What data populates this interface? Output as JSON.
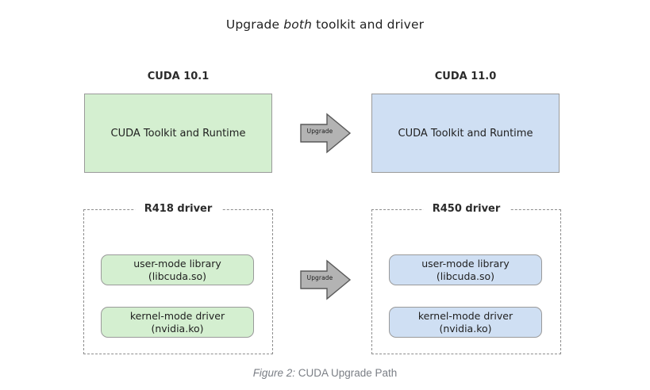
{
  "figure": {
    "title_prefix": "Upgrade ",
    "title_emphasis": "both",
    "title_suffix": " toolkit and driver",
    "caption_label": "Figure 2:",
    "caption_text": " CUDA Upgrade Path"
  },
  "colors": {
    "green_fill": "#d4efd0",
    "blue_fill": "#cfdff3",
    "box_border": "#9a9a9a",
    "dashed_border": "#8d8d8d",
    "arrow_fill": "#b3b3b3",
    "arrow_border": "#595959",
    "caption_color": "#7b7f86"
  },
  "columns": [
    {
      "id": "left",
      "version_label": "CUDA 10.1",
      "toolkit_box": "CUDA Toolkit and Runtime",
      "driver_group_label": "R418 driver",
      "driver_items": [
        {
          "line1": "user-mode library",
          "line2": "(libcuda.so)"
        },
        {
          "line1": "kernel-mode driver",
          "line2": "(nvidia.ko)"
        }
      ]
    },
    {
      "id": "right",
      "version_label": "CUDA 11.0",
      "toolkit_box": "CUDA Toolkit and Runtime",
      "driver_group_label": "R450 driver",
      "driver_items": [
        {
          "line1": "user-mode library",
          "line2": "(libcuda.so)"
        },
        {
          "line1": "kernel-mode driver",
          "line2": "(nvidia.ko)"
        }
      ]
    }
  ],
  "arrows": [
    {
      "id": "toolkit",
      "label": "Upgrade"
    },
    {
      "id": "driver",
      "label": "Upgrade"
    }
  ]
}
